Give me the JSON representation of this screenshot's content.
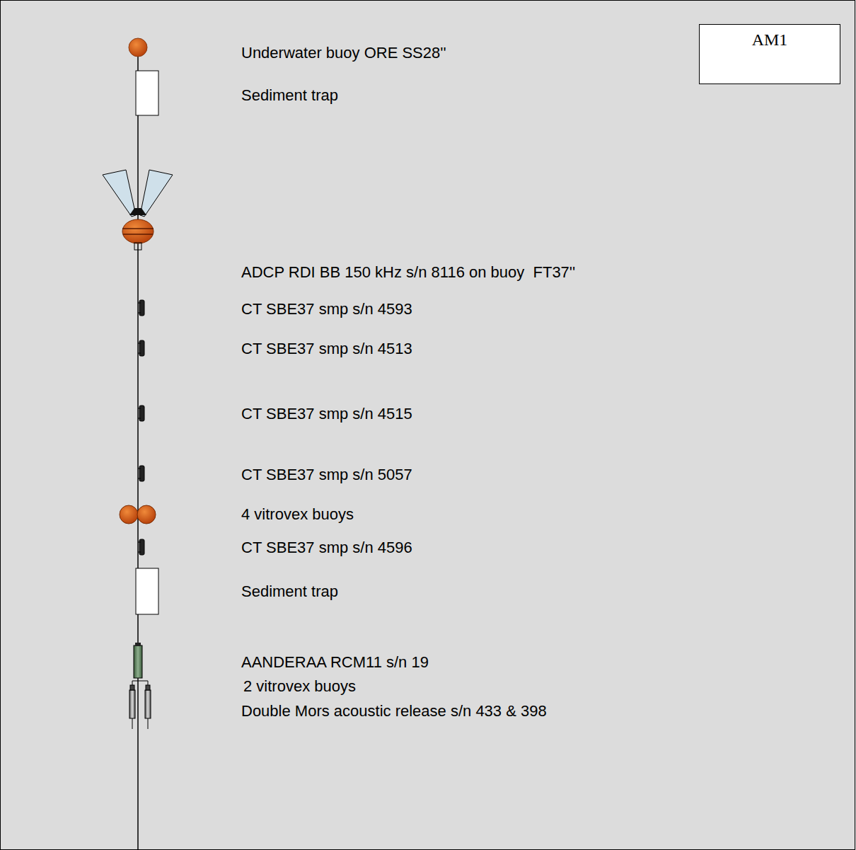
{
  "diagram": {
    "nodes": [
      {
        "text": [
          "AM1"
        ]
      }
    ],
    "labels": [
      "Underwater buoy ORE SS28''",
      "Sediment trap",
      "ADCP RDI BB 150 kHz s/n 8116 on buoy  FT37''",
      "CT SBE37 smp s/n 4593",
      "CT SBE37 smp s/n 4513",
      "CT SBE37 smp s/n 4515",
      "CT SBE37 smp s/n 5057",
      "4 vitrovex buoys",
      "CT SBE37 smp s/n 4596",
      "Sediment trap",
      "AANDERAA RCM11 s/n 19",
      "2 vitrovex buoys",
      "Double Mors acoustic release s/n 433 & 398"
    ]
  }
}
